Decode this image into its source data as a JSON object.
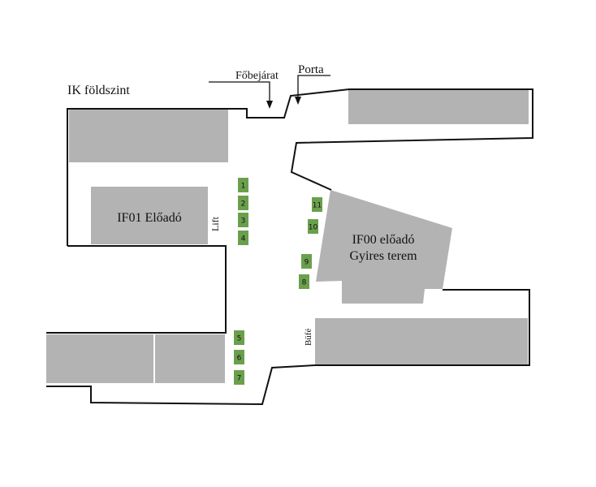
{
  "title": "IK földszint",
  "labels": {
    "main_entrance": "Főbejárat",
    "porta": "Porta",
    "lift": "Lift",
    "bufe": "Büfé"
  },
  "rooms": {
    "if01": "IF01 Előadó",
    "if00_line1": "IF00 előadó",
    "if00_line2": "Gyires terem"
  },
  "markers": [
    "1",
    "2",
    "3",
    "4",
    "5",
    "6",
    "7",
    "8",
    "9",
    "10",
    "11"
  ],
  "colors": {
    "marker": "#6aa04c",
    "room": "#b3b3b3"
  }
}
